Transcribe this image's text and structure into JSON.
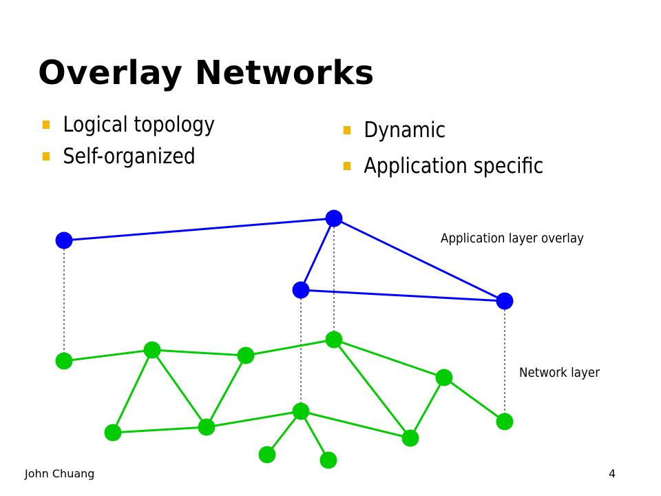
{
  "slide": {
    "title": "Overlay Networks",
    "bullets_left": [
      "Logical topology",
      "Self-organized"
    ],
    "bullets_right": [
      "Dynamic",
      "Application specific"
    ],
    "bullet_color": "#f2b705",
    "footer_author": "John Chuang",
    "page_number": "4"
  },
  "diagram": {
    "overlay_label": "Application layer overlay",
    "network_label": "Network layer",
    "overlay_color": "#0000ff",
    "network_color": "#00cc00",
    "mapping_line_style": "dashed"
  }
}
